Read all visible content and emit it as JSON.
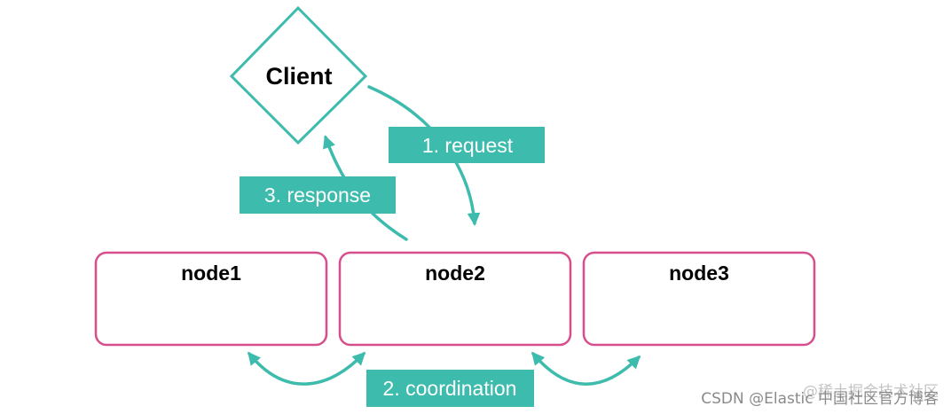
{
  "diagram": {
    "client": {
      "label": "Client"
    },
    "nodes": [
      {
        "label": "node1"
      },
      {
        "label": "node2"
      },
      {
        "label": "node3"
      }
    ],
    "steps": {
      "request": "1. request",
      "coordination": "2. coordination",
      "response": "3. response"
    },
    "colors": {
      "teal": "#3dbbac",
      "node_border": "#d64f8c",
      "label_text": "#ffffff"
    }
  },
  "watermark": {
    "primary": "CSDN @Elastic 中国社区官方博客",
    "secondary": "@稀土掘金技术社区"
  }
}
